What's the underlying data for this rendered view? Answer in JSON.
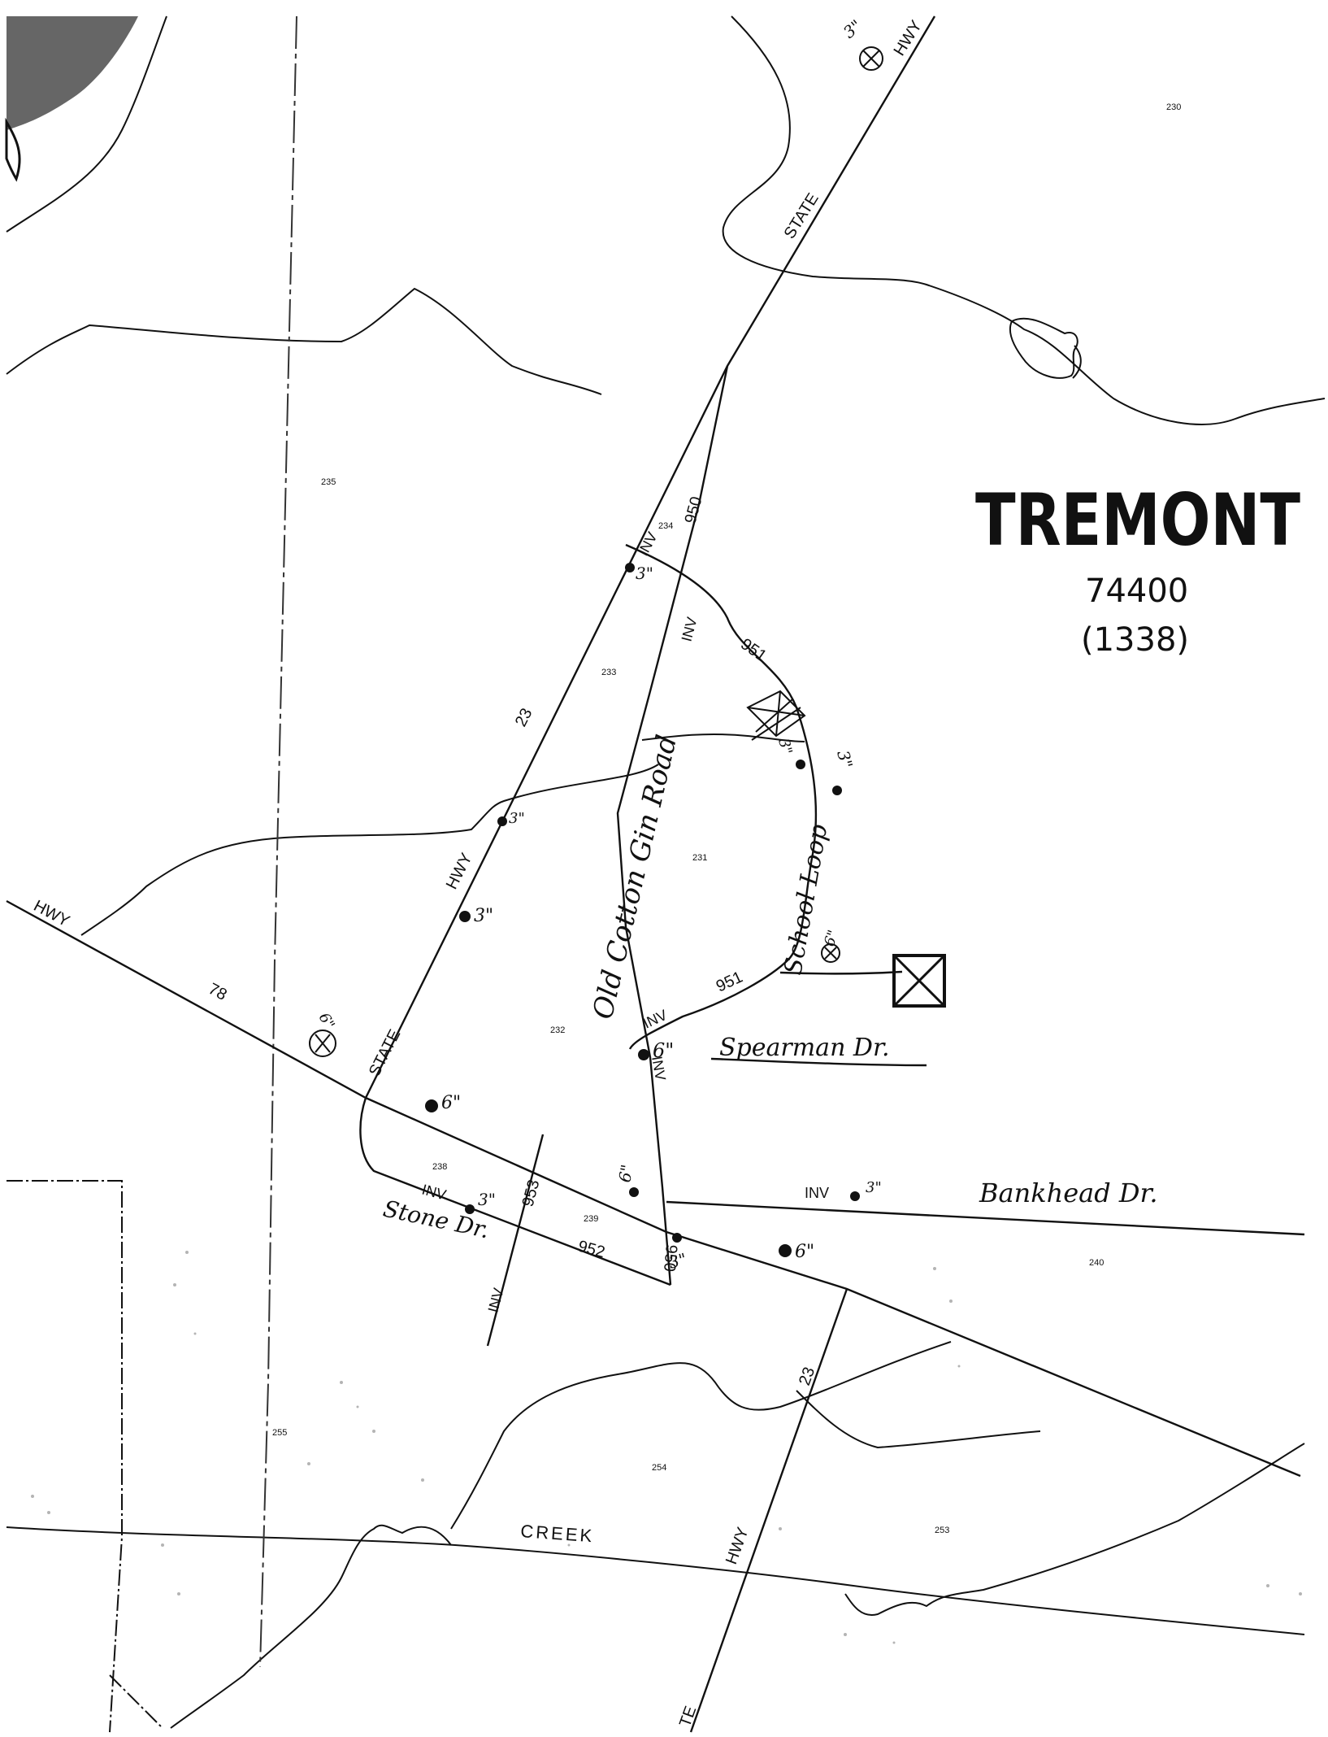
{
  "map": {
    "town_name": "TREMONT",
    "code": "74400",
    "code_paren": "(1338)"
  },
  "roads": {
    "state_hwy_top_state": "STATE",
    "state_hwy_top_hwy": "HWY",
    "hwy_23_upper": "23",
    "hwy_23_hwy": "HWY",
    "hwy_23_state": "STATE",
    "hwy_78_hwy": "HWY",
    "hwy_78_num": "78",
    "hwy_23_lower": "23",
    "hwy_23_lower_hwy": "HWY",
    "hwy_23_lower_te": "TE",
    "creek": "CREEK"
  },
  "road_numbers": {
    "r950_top": "950",
    "r951_top": "951",
    "r951_bottom": "951",
    "r953": "953",
    "r952": "952",
    "r950_bottom": "950"
  },
  "inv_labels": {
    "inv_top": "INV",
    "inv_mid": "INV",
    "inv_951": "INV",
    "inv_under": "INV",
    "inv_238": "INV",
    "inv_bankhead": "INV",
    "inv_bottom": "INV"
  },
  "tracts": {
    "t230": "230",
    "t235": "235",
    "t234": "234",
    "t233": "233",
    "t231": "231",
    "t232": "232",
    "t238": "238",
    "t239": "239",
    "t240": "240",
    "t255": "255",
    "t254": "254",
    "t253": "253"
  },
  "handwritten": {
    "old_cotton_gin_road": "Old Cotton Gin Road",
    "school_loop": "School Loop",
    "spearman_dr": "Spearman Dr.",
    "bankhead_dr": "Bankhead Dr.",
    "stone_dr": "Stone Dr."
  },
  "markers": {
    "m_top": "3\"",
    "m_234": "3\"",
    "m_gin": "3\"",
    "m_loop": "3\"",
    "m_hwy1": "3\"",
    "m_hwy2": "3\"",
    "m_6_right": "6\"",
    "m_6_left": "6\"",
    "m_spearman": "6\"",
    "m_6_state": "6\"",
    "m_238": "3\"",
    "m_6_vert": "6\"",
    "m_bankhead": "3\"",
    "m_950": "3\"",
    "m_6_hwy78": "6\""
  }
}
